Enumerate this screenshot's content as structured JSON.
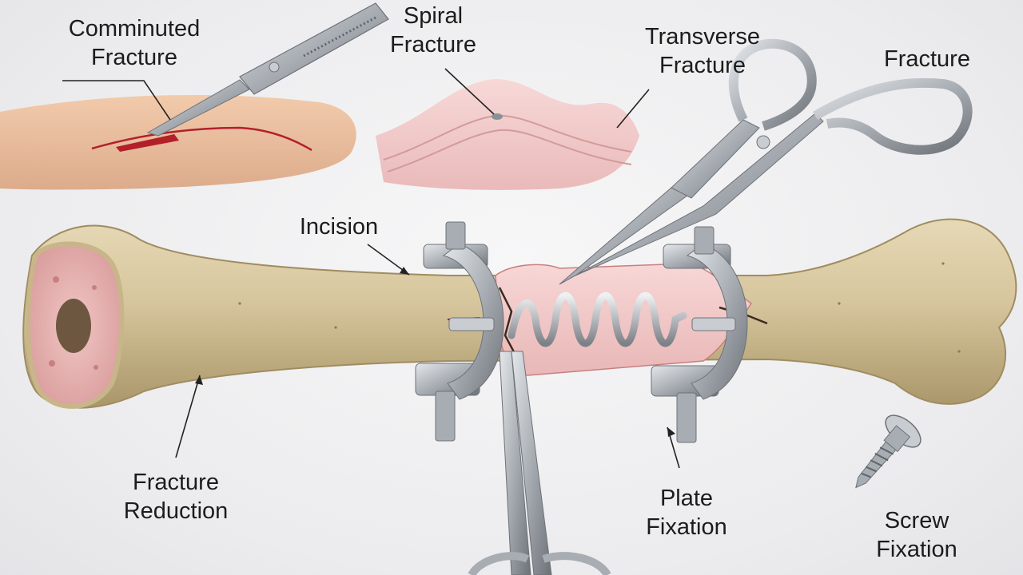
{
  "labels": {
    "comminuted": [
      "Comminuted",
      "Fracture"
    ],
    "spiral": [
      "Spiral",
      "Fracture"
    ],
    "transverse": [
      "Transverse",
      "Fracture"
    ],
    "fracture": [
      "Fracture"
    ],
    "incision": [
      "Incision"
    ],
    "reduction": [
      "Fracture",
      "Reduction"
    ],
    "plate": [
      "Plate",
      "Fixation"
    ],
    "screw": [
      "Screw",
      "Fixation"
    ]
  },
  "icons": {
    "scalpel": "scalpel-icon",
    "forceps": "forceps-icon",
    "screw": "bone-screw-icon",
    "clamp": "bone-clamp-icon",
    "spring": "spring-implant-icon"
  },
  "colors": {
    "bone": "#d9caa4",
    "bone_shadow": "#a9976c",
    "marrow": "#e8b4b4",
    "skin": "#e9b894",
    "tissue": "#f1c9c9",
    "metal": "#a8adb3",
    "metal_dark": "#6d7278",
    "incision": "#b3202a",
    "text": "#1c1c1c",
    "leader": "#222222"
  }
}
